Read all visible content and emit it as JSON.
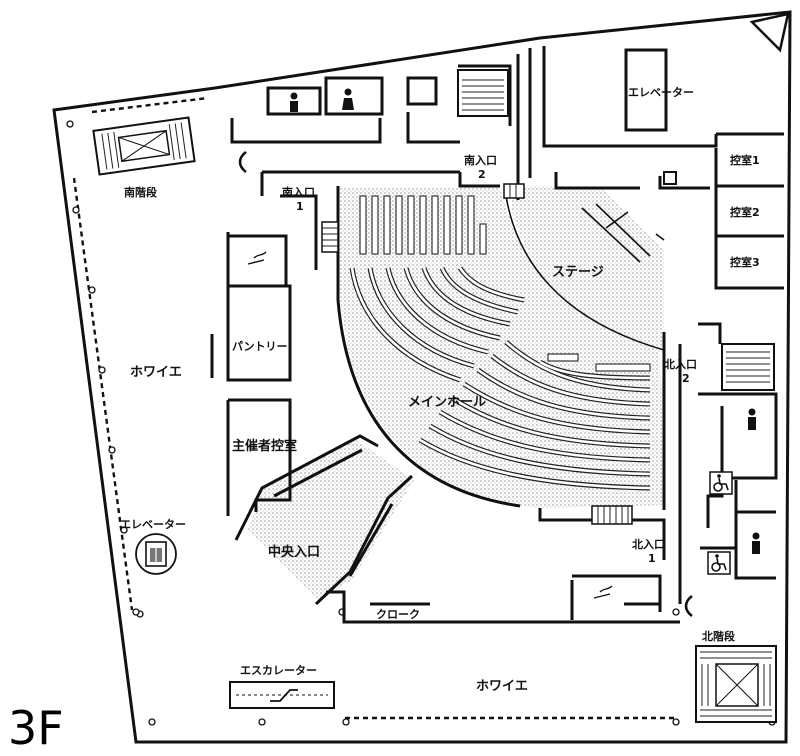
{
  "floor": "3F",
  "rooms": {
    "main_hall": "メインホール",
    "stage": "ステージ",
    "pantry": "パントリー",
    "organizer_room": "主催者控室",
    "central_entrance": "中央入口",
    "foyer_west": "ホワイエ",
    "foyer_south": "ホワイエ",
    "cloak": "クローク",
    "escalator": "エスカレーター",
    "elevator_top": "エレベーター",
    "elevator_left": "エレベーター",
    "south_stairs": "南階段",
    "north_stairs": "北階段",
    "waiting_room_1": "控室1",
    "waiting_room_2": "控室2",
    "waiting_room_3": "控室3"
  },
  "entrances": {
    "south_1": [
      "南入口",
      "1"
    ],
    "south_2": [
      "南入口",
      "2"
    ],
    "north_1": [
      "北入口",
      "1"
    ],
    "north_2": [
      "北入口",
      "2"
    ]
  },
  "colors": {
    "ink": "#111111",
    "stipple": "#d9d9d9",
    "background": "#ffffff"
  },
  "icons": [
    "restroom-icon",
    "wheelchair-icon",
    "telephone-icon",
    "smoking-icon",
    "elevator-icon",
    "escalator-icon"
  ]
}
